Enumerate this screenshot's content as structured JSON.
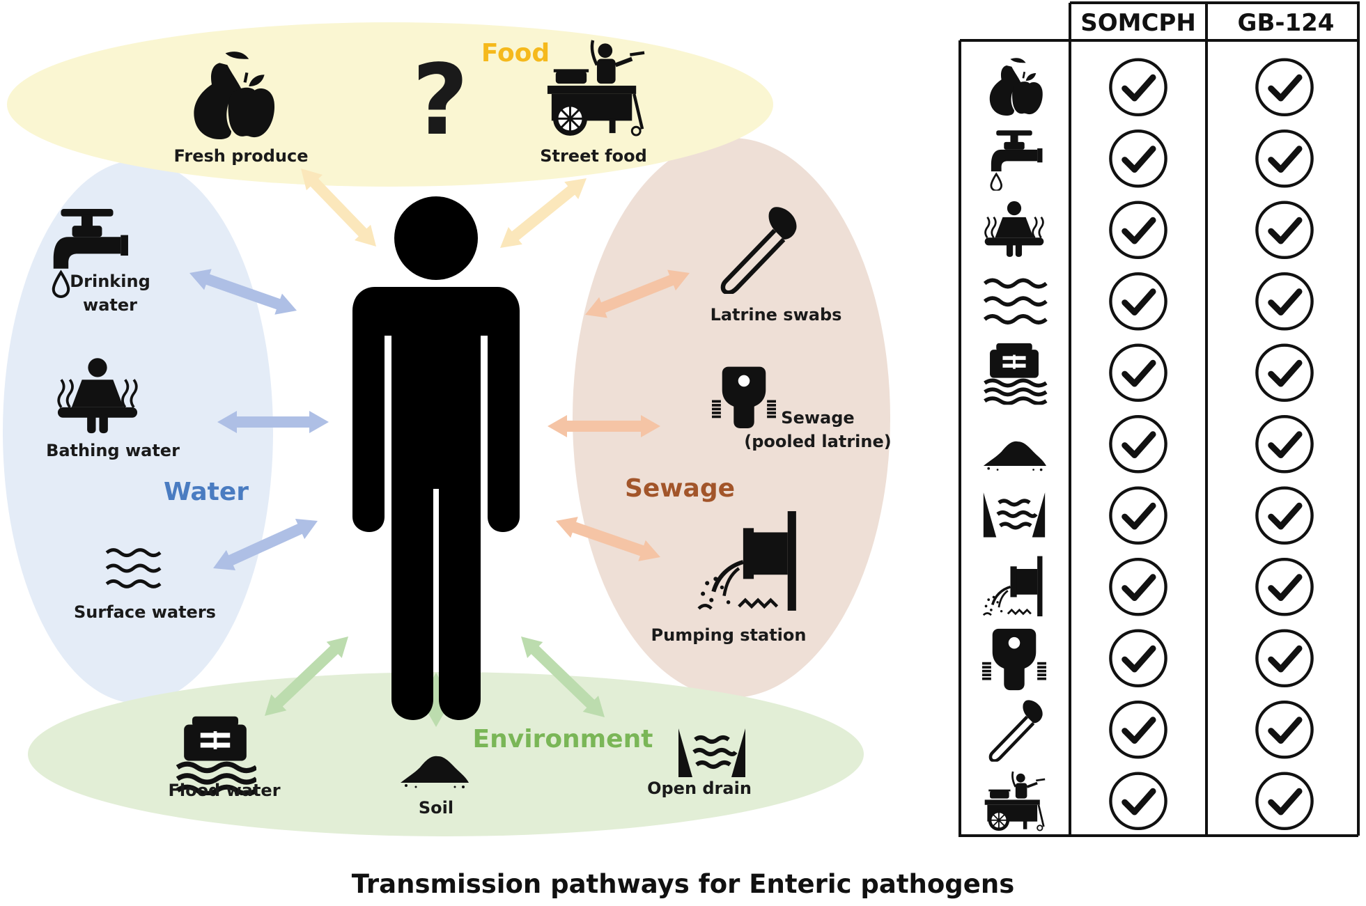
{
  "groups": {
    "food": "Food",
    "water": "Water",
    "sewage": "Sewage",
    "environment": "Environment"
  },
  "colors": {
    "food_bg": "#faf6d2",
    "water_bg": "#e4ecf7",
    "sewage_bg": "#eedfd6",
    "environment_bg": "#e2eed6",
    "food_text": "#f5b91c",
    "water_text": "#4a7cc1",
    "sewage_text": "#a2552a",
    "environment_text": "#7ab657",
    "arrow_food": "#fbe7bb",
    "arrow_water": "#aebfe5",
    "arrow_sewage": "#f5c4a5",
    "arrow_environment": "#bcdcae"
  },
  "labels": {
    "fresh_produce": "Fresh produce",
    "question_mark": "?",
    "street_food": "Street food",
    "drinking_water_1": "Drinking",
    "drinking_water_2": "water",
    "bathing_water": "Bathing water",
    "surface_waters": "Surface waters",
    "latrine_swabs": "Latrine swabs",
    "sewage_1": "Sewage",
    "sewage_2": "(pooled latrine)",
    "pumping_station": "Pumping station",
    "flood_water": "Flood water",
    "soil": "Soil",
    "open_drain": "Open drain"
  },
  "table": {
    "columns": [
      "SOMCPH",
      "GB-124"
    ],
    "rows": [
      {
        "icon": "fresh-produce-icon",
        "somcph": true,
        "gb124": true
      },
      {
        "icon": "drinking-water-tap-icon",
        "somcph": true,
        "gb124": true
      },
      {
        "icon": "bathing-water-icon",
        "somcph": true,
        "gb124": true
      },
      {
        "icon": "surface-waters-icon",
        "somcph": true,
        "gb124": true
      },
      {
        "icon": "flood-water-icon",
        "somcph": true,
        "gb124": true
      },
      {
        "icon": "soil-icon",
        "somcph": true,
        "gb124": true
      },
      {
        "icon": "open-drain-icon",
        "somcph": true,
        "gb124": true
      },
      {
        "icon": "pumping-station-icon",
        "somcph": true,
        "gb124": true
      },
      {
        "icon": "sewage-latrine-icon",
        "somcph": true,
        "gb124": true
      },
      {
        "icon": "latrine-swab-icon",
        "somcph": true,
        "gb124": true
      },
      {
        "icon": "street-food-icon",
        "somcph": true,
        "gb124": true
      }
    ]
  },
  "caption": "Transmission pathways for Enteric pathogens"
}
